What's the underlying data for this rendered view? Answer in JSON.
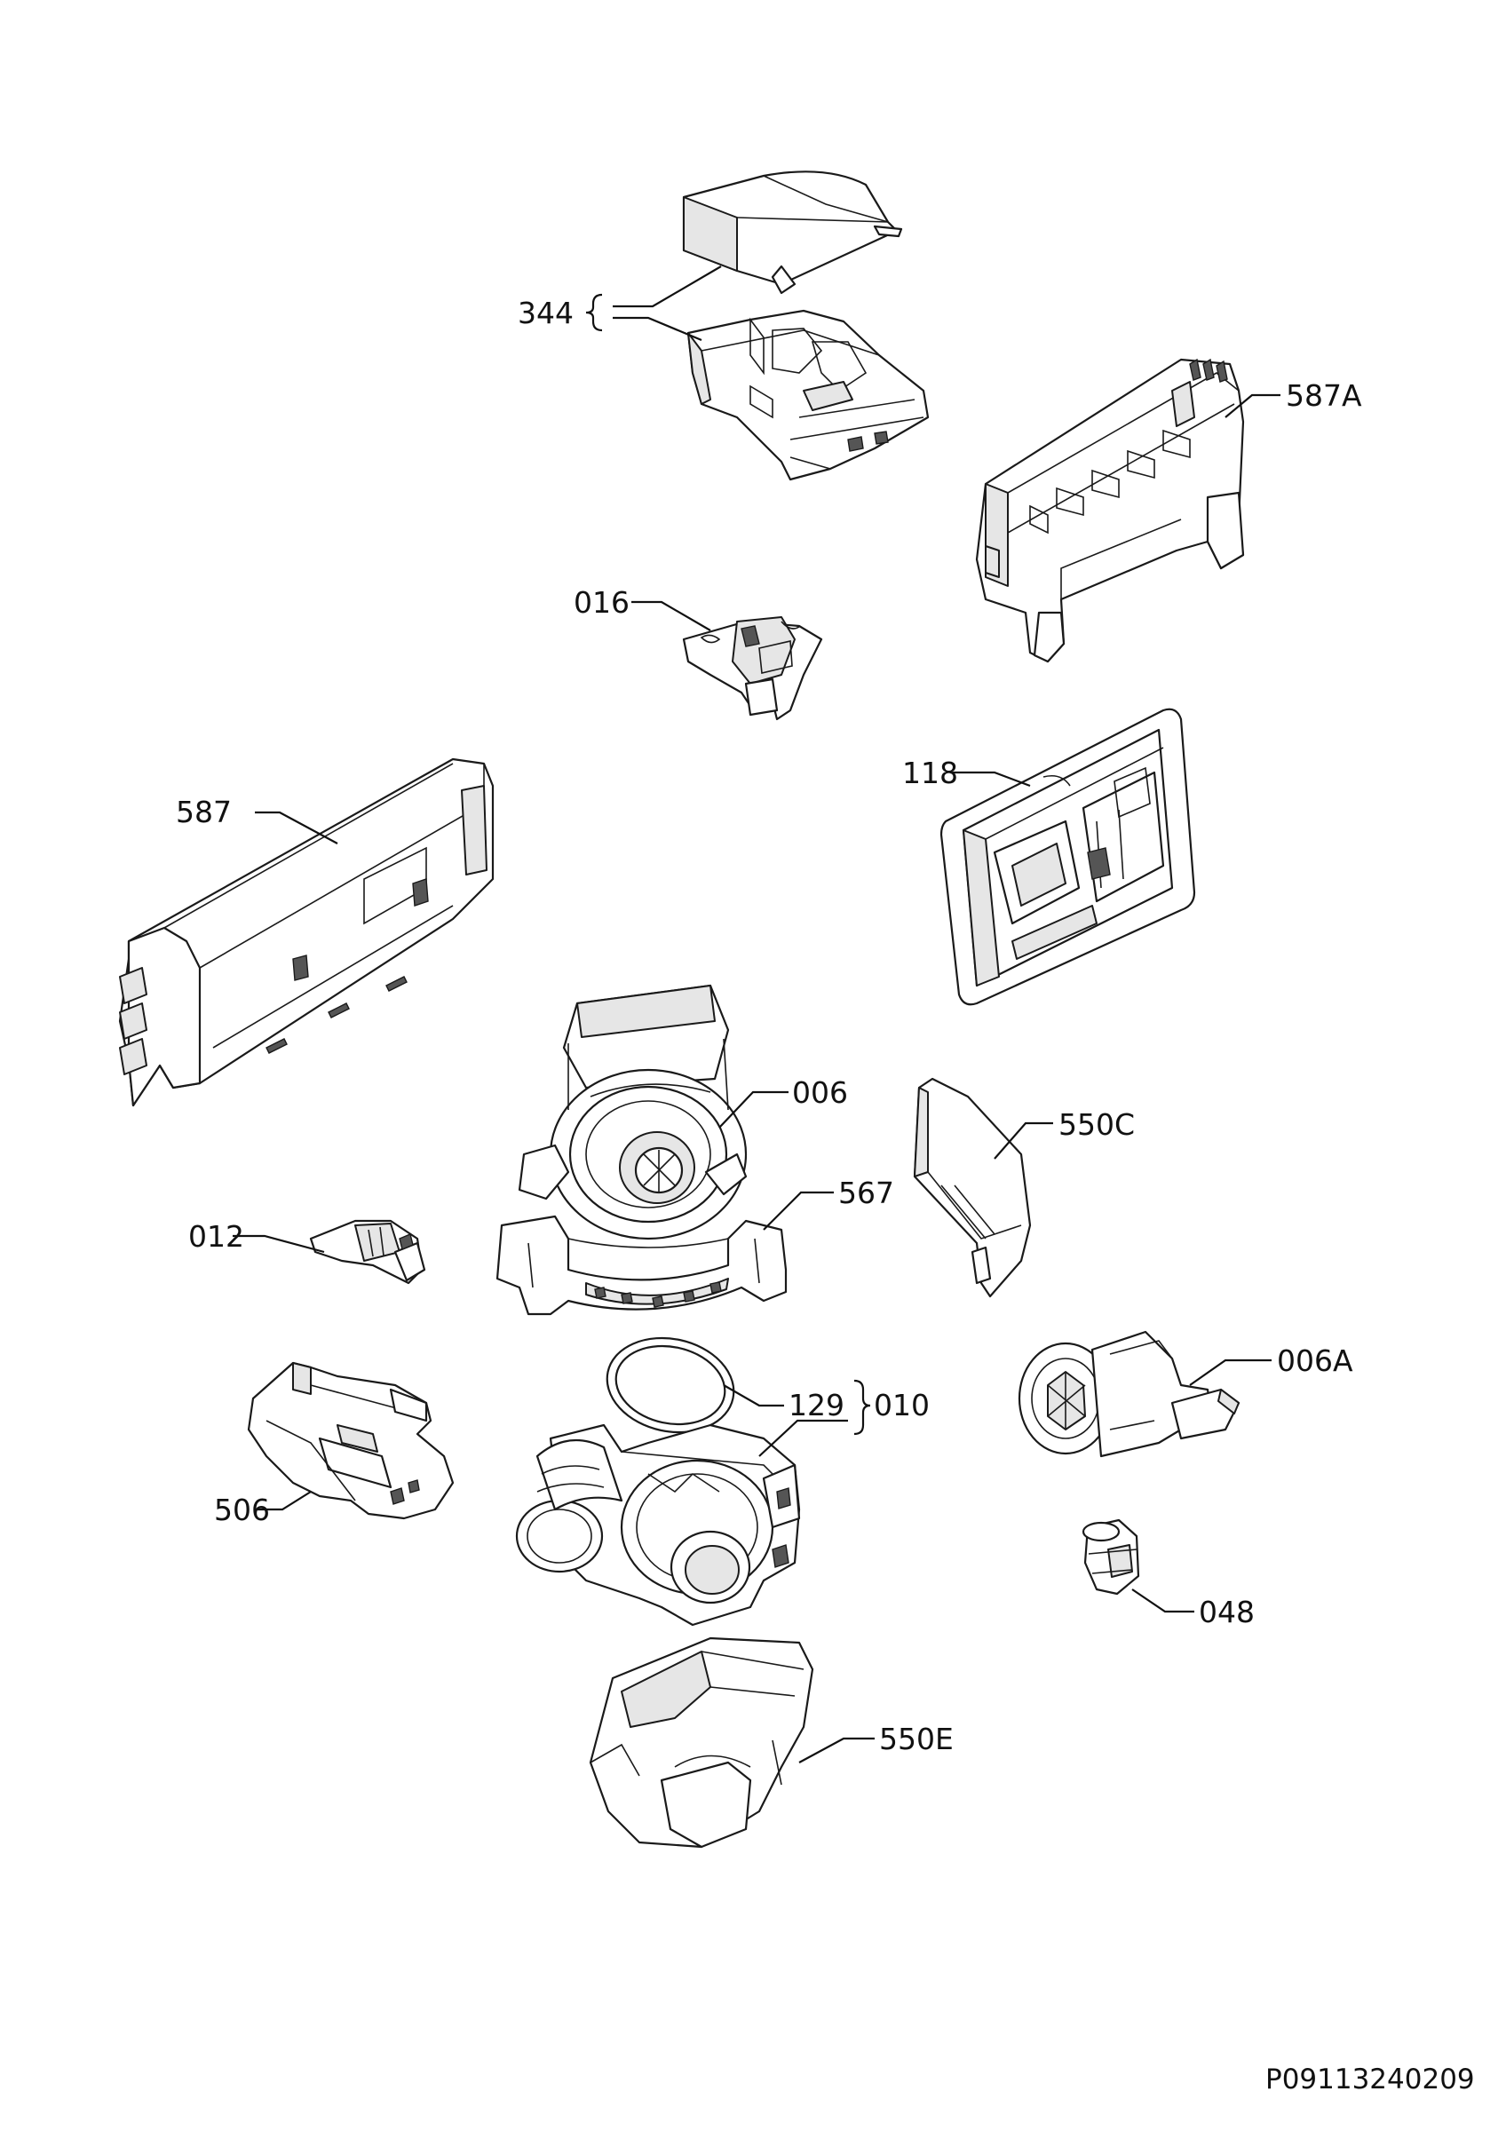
{
  "drawing_code": "P09113240209",
  "parts": {
    "p344": "344",
    "p587A": "587A",
    "p016": "016",
    "p118": "118",
    "p587": "587",
    "p006": "006",
    "p550C": "550C",
    "p567": "567",
    "p012": "012",
    "p006A": "006A",
    "p129": "129",
    "p010": "010",
    "p506": "506",
    "p048": "048",
    "p550E": "550E"
  }
}
